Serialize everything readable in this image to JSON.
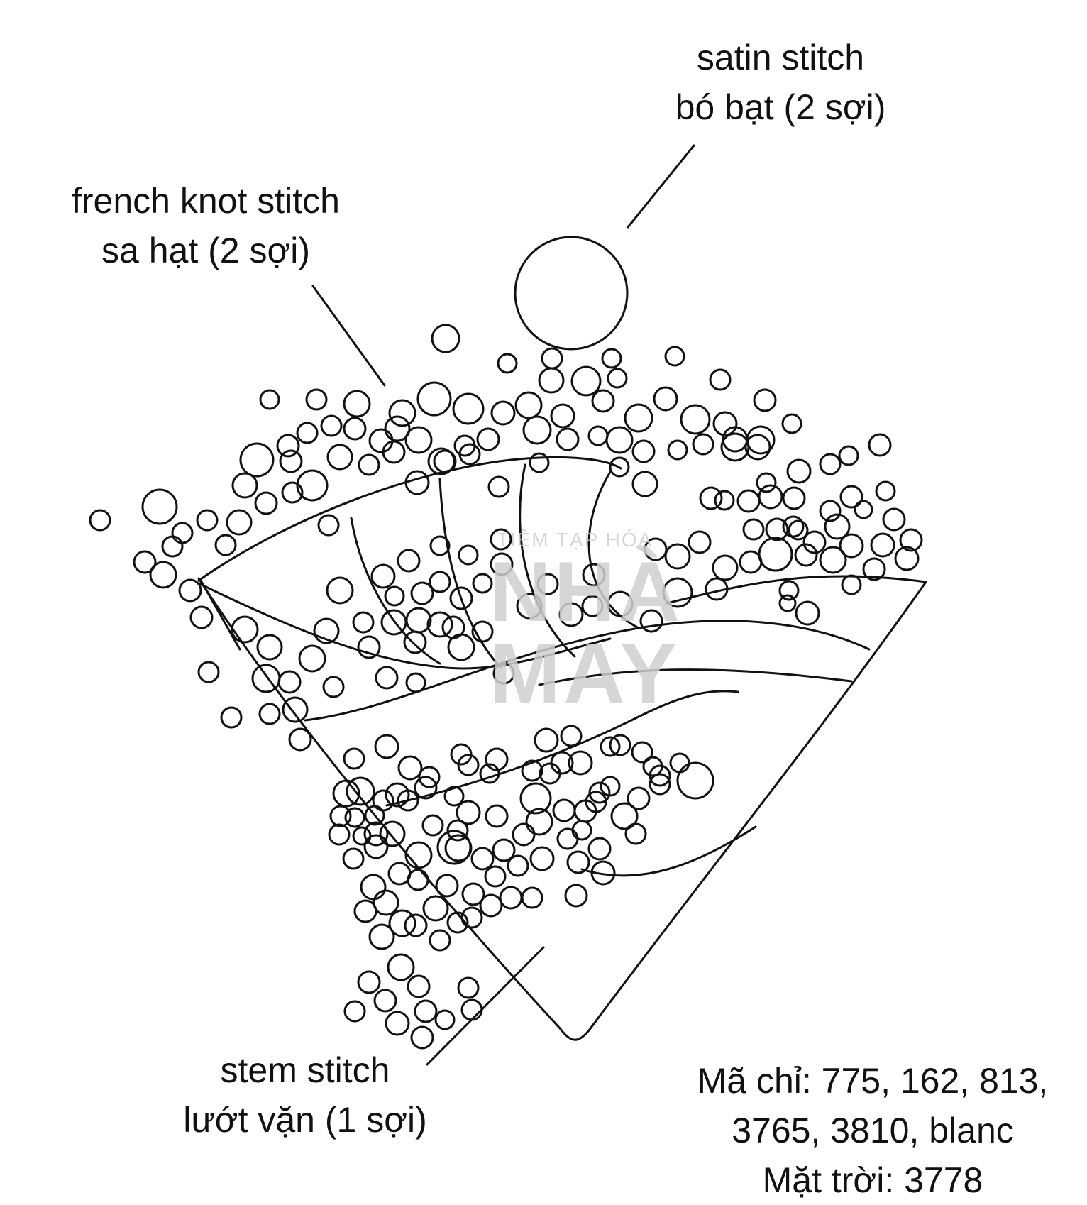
{
  "labels": {
    "satin": {
      "line1": "satin stitch",
      "line2": "bó bạt (2 sợi)"
    },
    "french": {
      "line1": "french knot stitch",
      "line2": "sa hạt (2 sợi)"
    },
    "stem": {
      "line1": "stem stitch",
      "line2": "lướt vặn (1 sợi)"
    },
    "threads": {
      "line1": "Mã chỉ: 775, 162, 813,",
      "line2": "3765, 3810, blanc",
      "line3": "Mặt trời: 3778"
    }
  },
  "watermark": {
    "line1": "TIỆM TẠP HÓA",
    "line2": "NHÀ",
    "line3": "MAY"
  },
  "colors": {
    "ink": "#111111",
    "watermark": "#cfcfcf",
    "background": "#ffffff"
  }
}
